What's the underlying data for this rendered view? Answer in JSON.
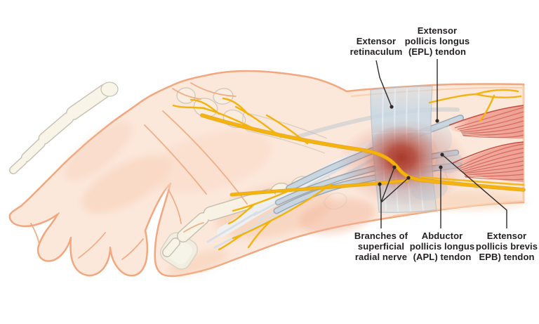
{
  "figure": {
    "name": "Wrist anatomy illustration (De Quervain area): hand, radial nerve branches, thumb tendons",
    "labels": {
      "extensor_retinaculum": {
        "lines": [
          "Extensor",
          "retinaculum"
        ]
      },
      "epl_tendon": {
        "lines": [
          "Extensor",
          "pollicis longus",
          "(EPL) tendon"
        ]
      },
      "radial_nerve_branches": {
        "lines": [
          "Branches of",
          "superficial",
          "radial nerve"
        ]
      },
      "apl_tendon": {
        "lines": [
          "Abductor",
          "pollicis longus",
          "(APL) tendon"
        ]
      },
      "epb_tendon": {
        "lines": [
          "Extensor",
          "pollicis brevis",
          "EPB) tendon"
        ]
      }
    },
    "colors": {
      "background": "#FFFFFF",
      "ink": "#231F20",
      "leader_line": "#2E2A2B",
      "skin": "#FCE8DB",
      "skin_outline": "#F2A77E",
      "skin_inner_line": "#F8CFAE",
      "skin_crease": "#EFA87E",
      "skin_shading": "#F4C3A4",
      "bone_fill": "#F8F3E6",
      "bone_stroke": "#C2BDAB",
      "nail_fill": "#F2EDE0",
      "nerve_yellow": "#F5B40D",
      "nerve_deep": "#DF9B06",
      "tendon_fill": "#C9D5DF",
      "tendon_edge": "#8FA3B2",
      "tendon_light": "#D8E0E6",
      "retinaculum": "#C9D7E2",
      "retinaculum_edge": "#A8BCCA",
      "inflammation_core": "#A5301F",
      "inflammation_halo": "#C45A4A",
      "muscle": "#EFA093",
      "muscle_striation": "#CD6254",
      "muscle_edge": "#C5503F"
    }
  }
}
